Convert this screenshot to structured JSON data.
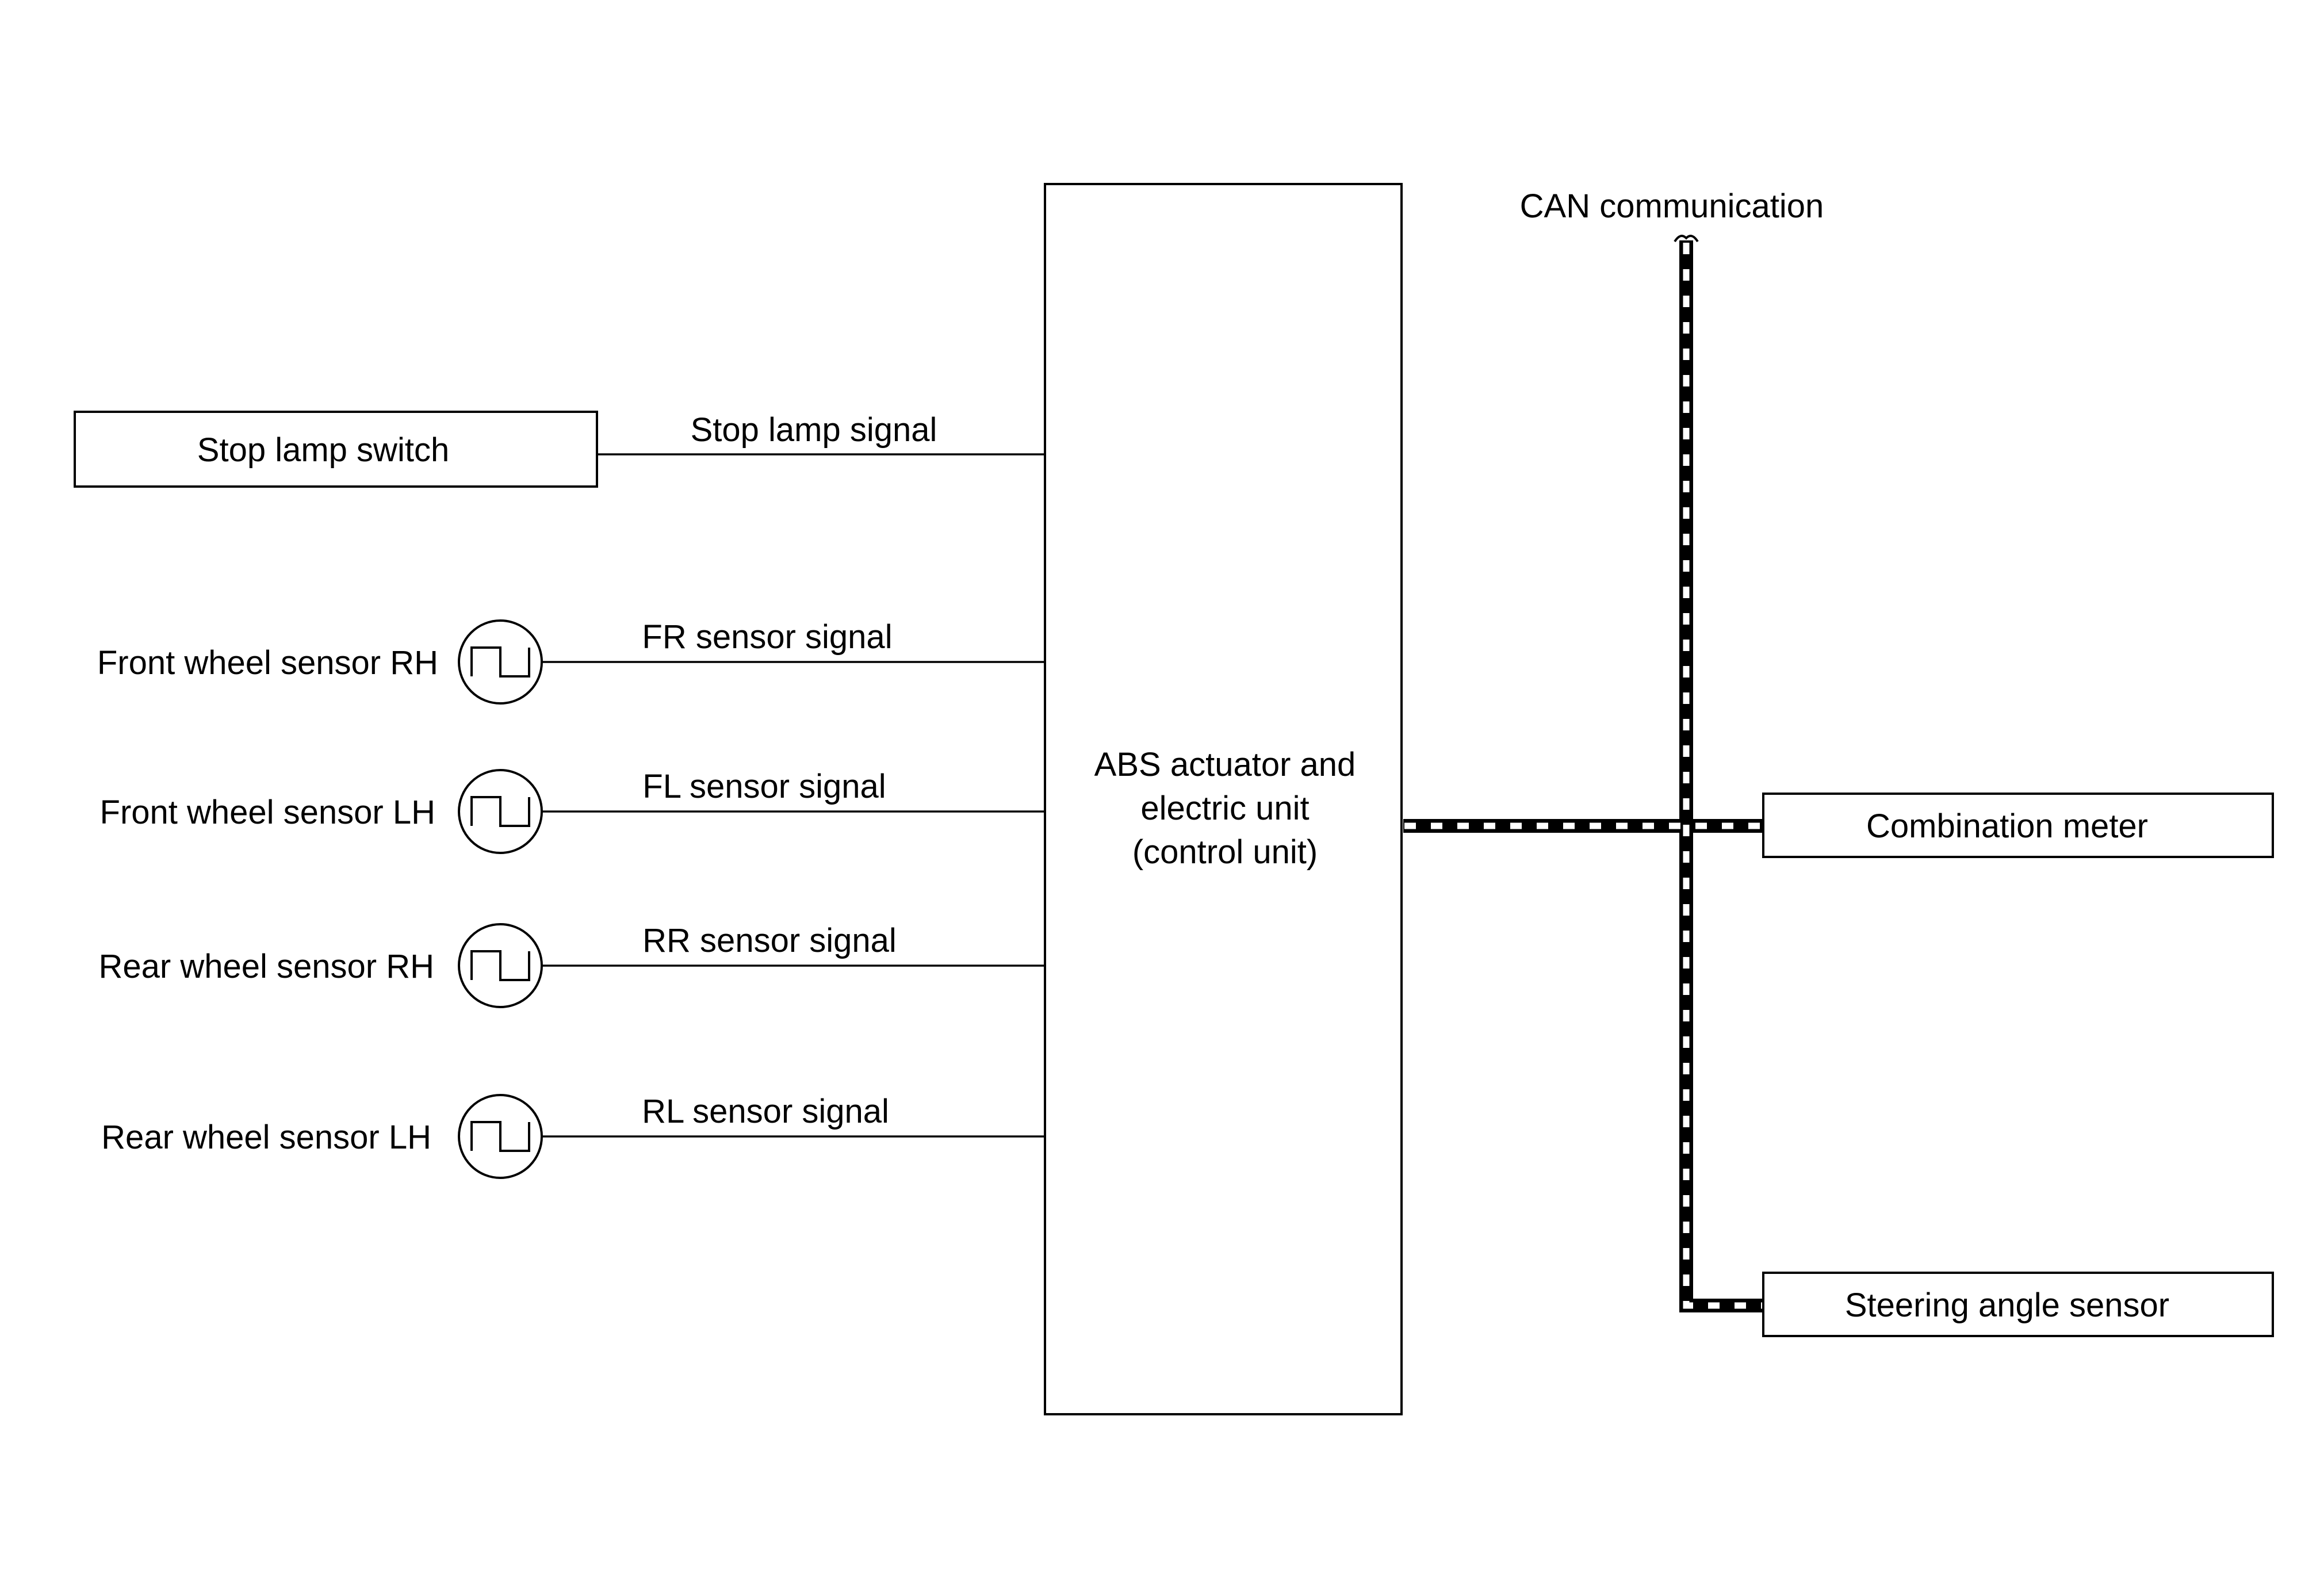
{
  "diagram": {
    "stop_lamp_switch": "Stop lamp switch",
    "stop_lamp_signal": "Stop lamp signal",
    "control_unit": {
      "line1": "ABS actuator and",
      "line2": "electric unit",
      "line3": "(control unit)"
    },
    "sensors": [
      {
        "label": "Front wheel sensor RH",
        "signal": "FR sensor signal"
      },
      {
        "label": "Front wheel sensor LH",
        "signal": "FL sensor signal"
      },
      {
        "label": "Rear wheel sensor RH",
        "signal": "RR sensor signal"
      },
      {
        "label": "Rear wheel sensor LH",
        "signal": "RL sensor signal"
      }
    ],
    "can_label": "CAN communication",
    "combination_meter": "Combination meter",
    "steering_angle_sensor": "Steering angle sensor"
  },
  "colors": {
    "line": "#000000",
    "background": "#ffffff"
  },
  "icons": {
    "wheel_sensor": "square-pulse-icon"
  }
}
